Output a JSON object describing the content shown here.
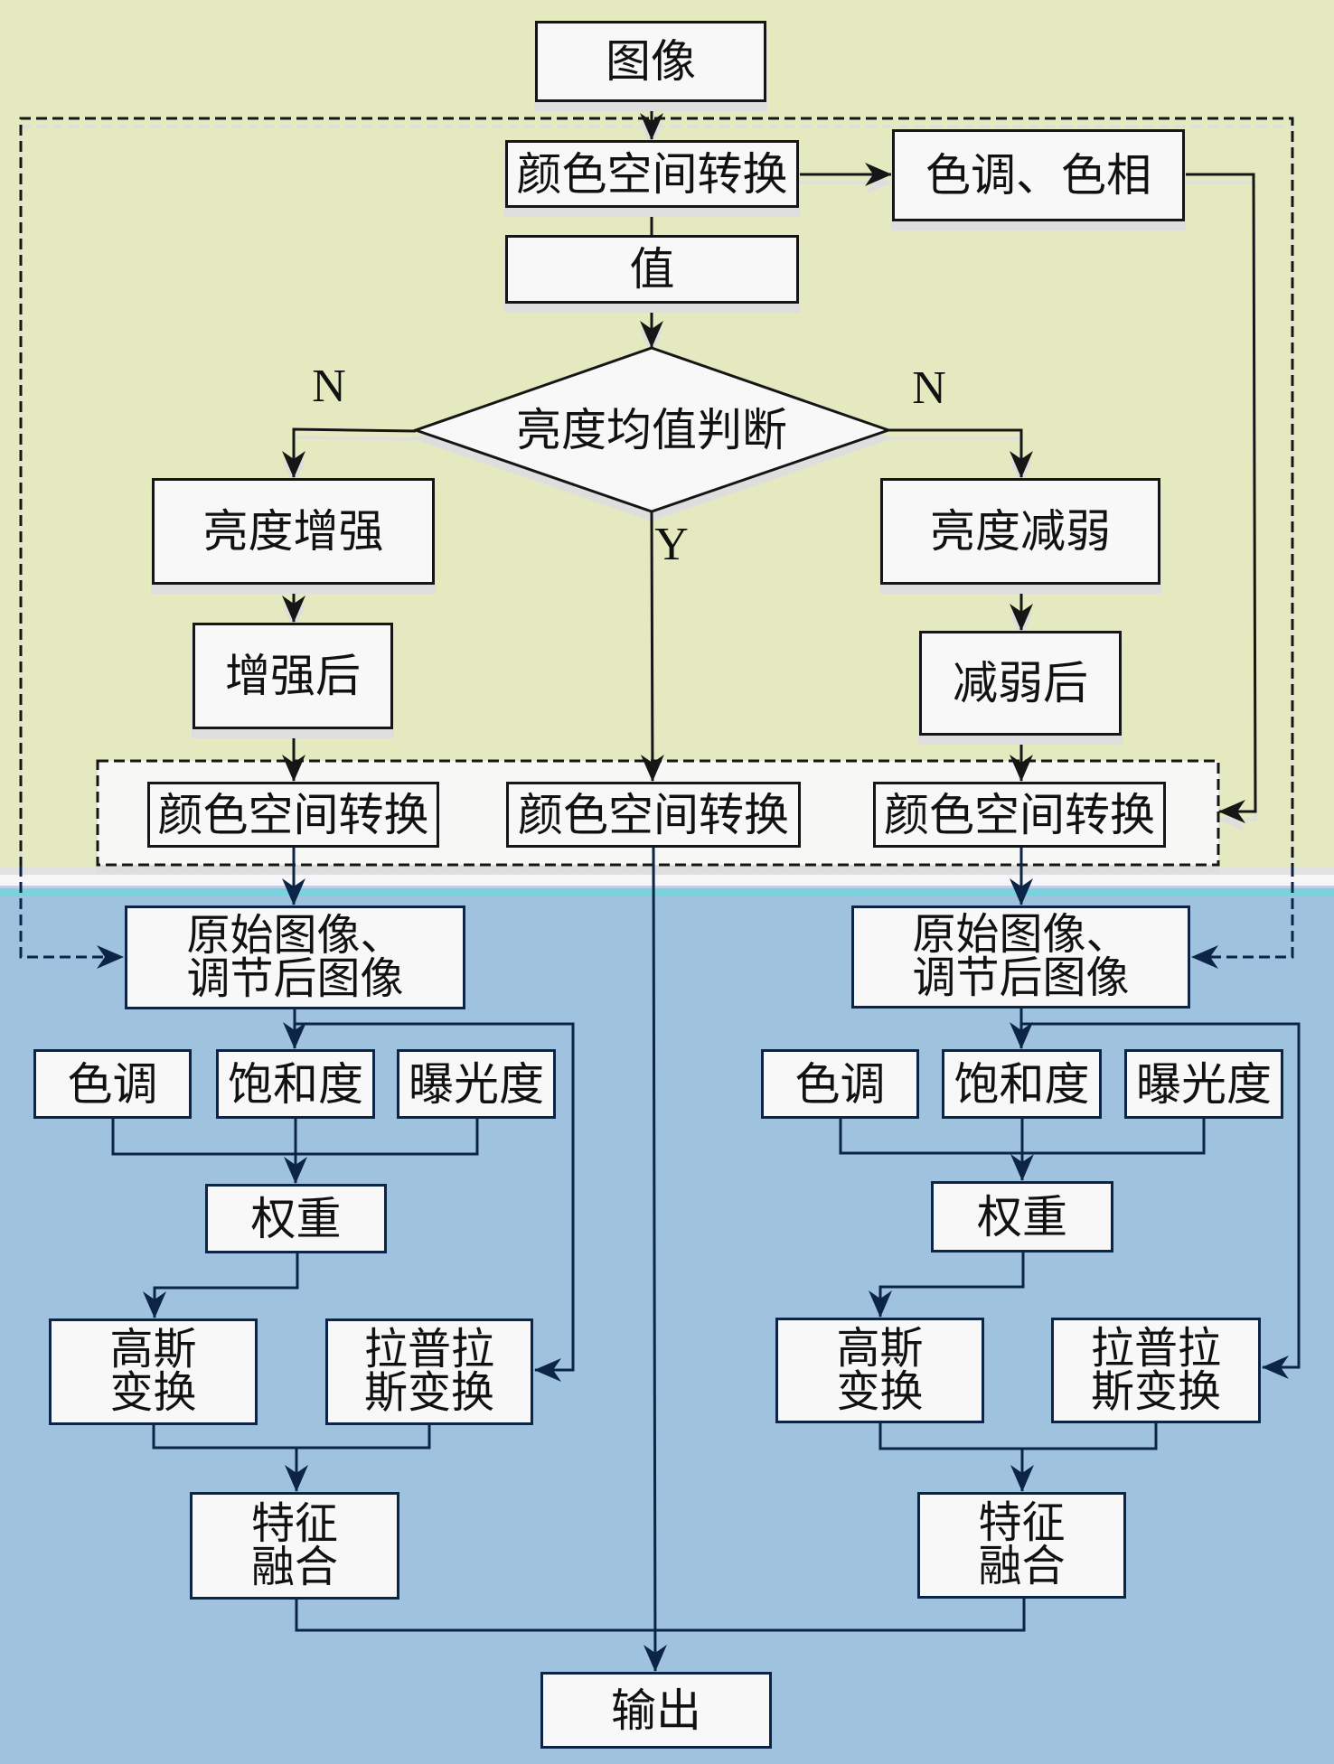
{
  "colors": {
    "upper_bg": "#e4e9bf",
    "lower_bg": "#9fc3df",
    "box_fill": "#f8f8f8",
    "ink": "#161616",
    "navy": "#0c2447",
    "group_fill": "#f7f7f5"
  },
  "nodes": {
    "image": "图像",
    "color_space_top": "颜色空间转换",
    "hue_tone": "色调、色相",
    "value": "值",
    "brightness_check": "亮度均值判断",
    "brightness_enhance": "亮度增强",
    "enhanced": "增强后",
    "brightness_reduce": "亮度减弱",
    "reduced": "减弱后",
    "color_space_left": "颜色空间转换",
    "color_space_middle": "颜色空间转换",
    "color_space_right": "颜色空间转换",
    "output": "输出"
  },
  "branches": {
    "left": {
      "source": [
        "原始图像、",
        "调节后图像"
      ],
      "hue": "色调",
      "saturation": "饱和度",
      "exposure": "曝光度",
      "weight": "权重",
      "gaussian": [
        "高斯",
        "变换"
      ],
      "laplacian": [
        "拉普拉",
        "斯变换"
      ],
      "fusion": [
        "特征",
        "融合"
      ]
    },
    "right": {
      "source": [
        "原始图像、",
        "调节后图像"
      ],
      "hue": "色调",
      "saturation": "饱和度",
      "exposure": "曝光度",
      "weight": "权重",
      "gaussian": [
        "高斯",
        "变换"
      ],
      "laplacian": [
        "拉普拉",
        "斯变换"
      ],
      "fusion": [
        "特征",
        "融合"
      ]
    }
  },
  "edge_labels": {
    "left_no": "N",
    "right_no": "N",
    "yes": "Y"
  },
  "connections": [
    {
      "from": "image",
      "to": "color_space_top"
    },
    {
      "from": "color_space_top",
      "to": "hue_tone"
    },
    {
      "from": "color_space_top",
      "to": "value"
    },
    {
      "from": "value",
      "to": "brightness_check"
    },
    {
      "from": "brightness_check",
      "to": "brightness_enhance",
      "label": "N"
    },
    {
      "from": "brightness_check",
      "to": "brightness_reduce",
      "label": "N"
    },
    {
      "from": "brightness_check",
      "to": "color_space_middle",
      "label": "Y"
    },
    {
      "from": "brightness_enhance",
      "to": "enhanced"
    },
    {
      "from": "enhanced",
      "to": "color_space_left"
    },
    {
      "from": "brightness_reduce",
      "to": "reduced"
    },
    {
      "from": "reduced",
      "to": "color_space_right"
    },
    {
      "from": "hue_tone",
      "to": "color_space_group"
    },
    {
      "from": "color_space_left",
      "to": "branches.left.source"
    },
    {
      "from": "color_space_right",
      "to": "branches.right.source"
    },
    {
      "from": "dashed_outer_group",
      "to": "branches.left.source",
      "style": "dashed"
    },
    {
      "from": "dashed_outer_group",
      "to": "branches.right.source",
      "style": "dashed"
    },
    {
      "from": "branches.left.source",
      "to": "branches.left.saturation"
    },
    {
      "from": "branches.left.source",
      "to": "branches.left.laplacian"
    },
    {
      "from": "branches.left.hue+saturation+exposure",
      "to": "branches.left.weight"
    },
    {
      "from": "branches.left.weight",
      "to": "branches.left.gaussian"
    },
    {
      "from": "branches.left.gaussian+laplacian",
      "to": "branches.left.fusion"
    },
    {
      "from": "branches.right.source",
      "to": "branches.right.saturation"
    },
    {
      "from": "branches.right.source",
      "to": "branches.right.laplacian"
    },
    {
      "from": "branches.right.hue+saturation+exposure",
      "to": "branches.right.weight"
    },
    {
      "from": "branches.right.weight",
      "to": "branches.right.gaussian"
    },
    {
      "from": "branches.right.gaussian+laplacian",
      "to": "branches.right.fusion"
    },
    {
      "from": "color_space_middle+branches.left.fusion+branches.right.fusion",
      "to": "output"
    }
  ]
}
